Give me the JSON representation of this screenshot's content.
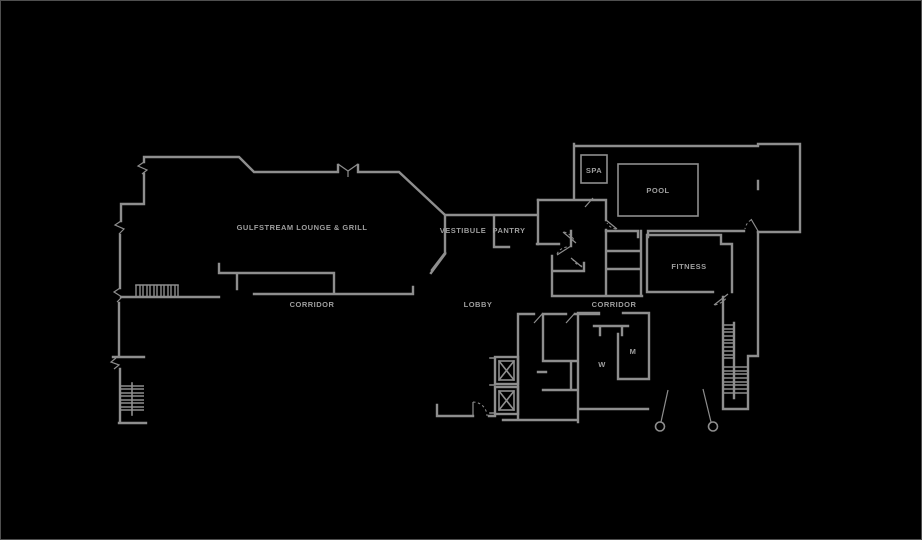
{
  "colors": {
    "background": "#000000",
    "wall": "#8e8e8e",
    "label": "#9e9e9e",
    "border": "#4f4f4f"
  },
  "plan": {
    "type": "architectural-floor-plan",
    "labels": [
      {
        "id": "lounge",
        "text": "GULFSTREAM LOUNGE & GRILL"
      },
      {
        "id": "corridor-west",
        "text": "CORRIDOR"
      },
      {
        "id": "lobby",
        "text": "LOBBY"
      },
      {
        "id": "vestibule",
        "text": "VESTIBULE"
      },
      {
        "id": "pantry",
        "text": "PANTRY"
      },
      {
        "id": "spa",
        "text": "SPA"
      },
      {
        "id": "pool",
        "text": "POOL"
      },
      {
        "id": "fitness",
        "text": "FITNESS"
      },
      {
        "id": "corridor-east",
        "text": "CORRIDOR"
      },
      {
        "id": "restroom-women",
        "text": "W"
      },
      {
        "id": "restroom-men",
        "text": "M"
      }
    ]
  }
}
